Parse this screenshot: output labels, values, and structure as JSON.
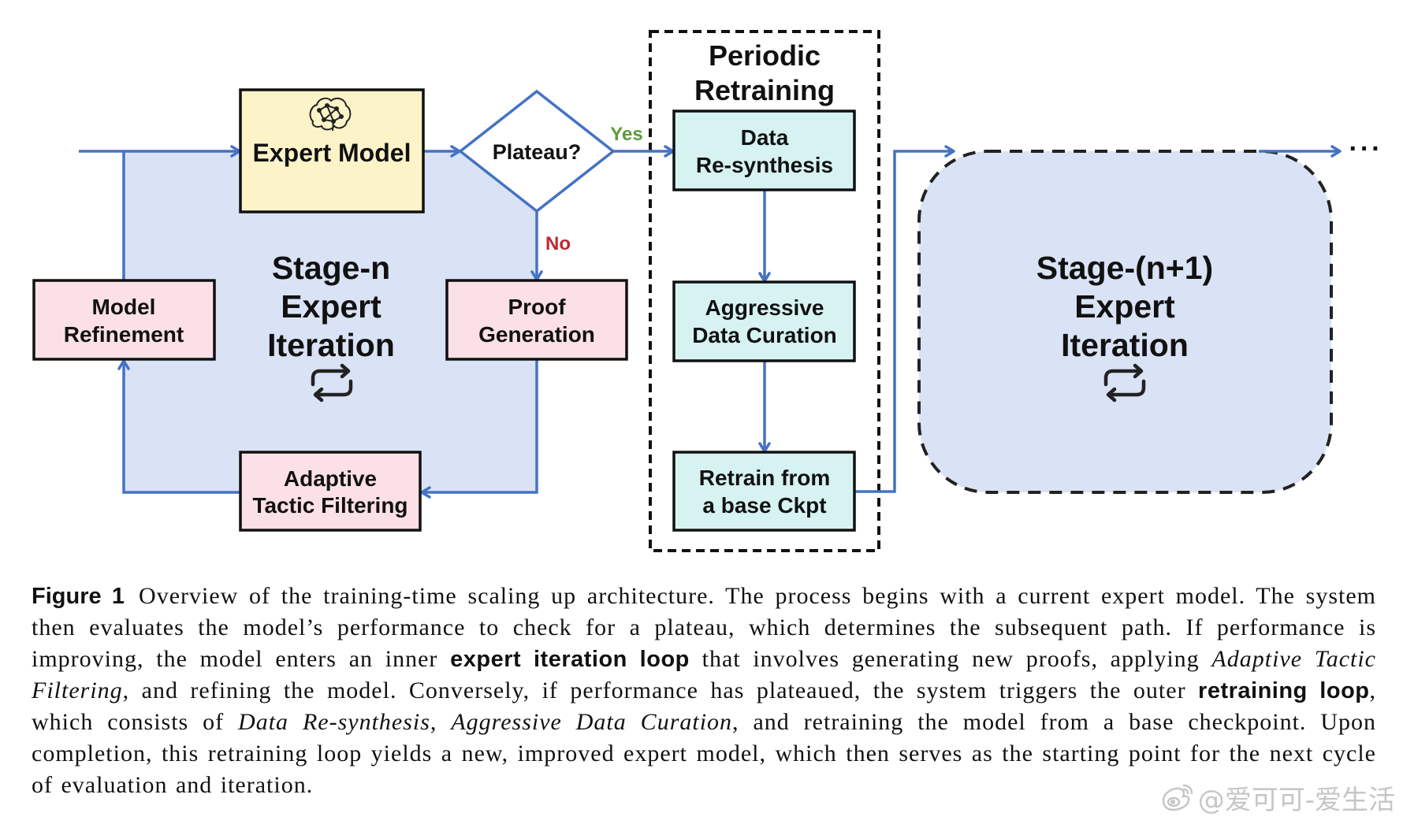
{
  "diagram": {
    "inner_loop": {
      "expert_model": "Expert Model",
      "plateau_decision": "Plateau?",
      "yes_label": "Yes",
      "no_label": "No",
      "proof_generation": [
        "Proof",
        "Generation"
      ],
      "adaptive_tactic_filtering": [
        "Adaptive",
        "Tactic Filtering"
      ],
      "model_refinement": [
        "Model",
        "Refinement"
      ],
      "stage_title": [
        "Stage-n",
        "Expert",
        "Iteration"
      ]
    },
    "periodic_retraining": {
      "title": [
        "Periodic",
        "Retraining"
      ],
      "data_resynthesis": [
        "Data",
        "Re-synthesis"
      ],
      "aggressive_data_curation": [
        "Aggressive",
        "Data Curation"
      ],
      "retrain_from_base": [
        "Retrain from",
        "a base Ckpt"
      ]
    },
    "next_stage": {
      "stage_title": [
        "Stage-(n+1)",
        "Expert",
        "Iteration"
      ],
      "continuation": "···"
    },
    "icons": {
      "expert_model": "brain-network-icon",
      "stage_loop": "repeat-icon"
    },
    "colors": {
      "connector": "#4472c4",
      "stage_fill": "#dae3f5",
      "expert_model_fill": "#fdf3c8",
      "inner_step_fill": "#fbe0e5",
      "retraining_step_fill": "#d6f3f2",
      "yes_label": "#5e9b3b",
      "no_label": "#c0262e"
    }
  },
  "caption": {
    "label": "Figure 1",
    "runs": [
      "Overview of the training-time scaling up architecture. The process begins with a current expert model. The system then evaluates the model’s performance to check for a plateau, which determines the subsequent path. If performance is improving, the model enters an inner ",
      "expert iteration loop",
      " that involves generating new proofs, applying ",
      "Adaptive Tactic Filtering",
      ", and refining the model. Conversely, if performance has plateaued, the system triggers the outer ",
      "retraining loop",
      ", which consists of ",
      "Data Re-synthesis",
      ", ",
      "Aggressive Data Curation",
      ", and retraining the model from a base checkpoint. Upon completion, this retraining loop yields a new, improved expert model, which then serves as the starting point for the next cycle of evaluation and iteration."
    ]
  },
  "watermark": {
    "text": "@爱可可-爱生活",
    "icon": "weibo-logo-icon"
  }
}
